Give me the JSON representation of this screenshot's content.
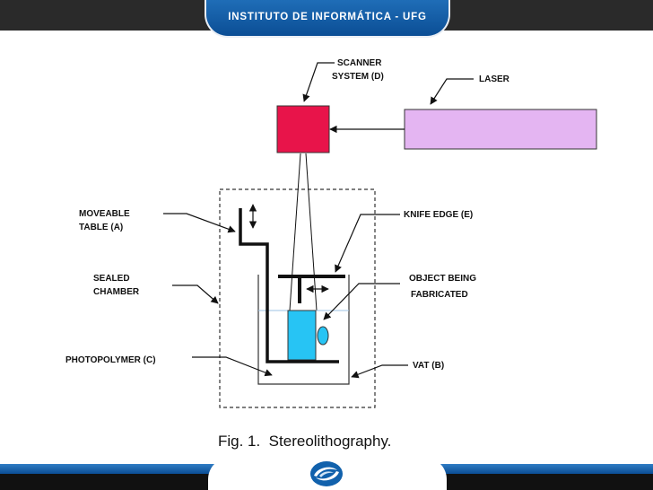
{
  "header": {
    "title": "INSTITUTO DE INFORMÁTICA - UFG"
  },
  "labels": {
    "scanner_line1": "SCANNER",
    "scanner_line2": "SYSTEM (D)",
    "laser": "LASER",
    "moveable_line1": "MOVEABLE",
    "moveable_line2": "TABLE (A)",
    "knife": "KNIFE EDGE (E)",
    "sealed_line1": "SEALED",
    "sealed_line2": "CHAMBER",
    "object_line1": "OBJECT BEING",
    "object_line2": "FABRICATED",
    "photopolymer": "PHOTOPOLYMER (C)",
    "vat": "VAT (B)"
  },
  "caption": "Fig. 1.  Stereolithography.",
  "colors": {
    "header_blue": "#1161ac",
    "scanner_red": "#e8144a",
    "laser_lavender": "#e4b5f2",
    "object_cyan": "#27c4f4",
    "liquid_line": "#9ec3e6"
  },
  "icons": {
    "logo": "ufg-logo-icon"
  }
}
